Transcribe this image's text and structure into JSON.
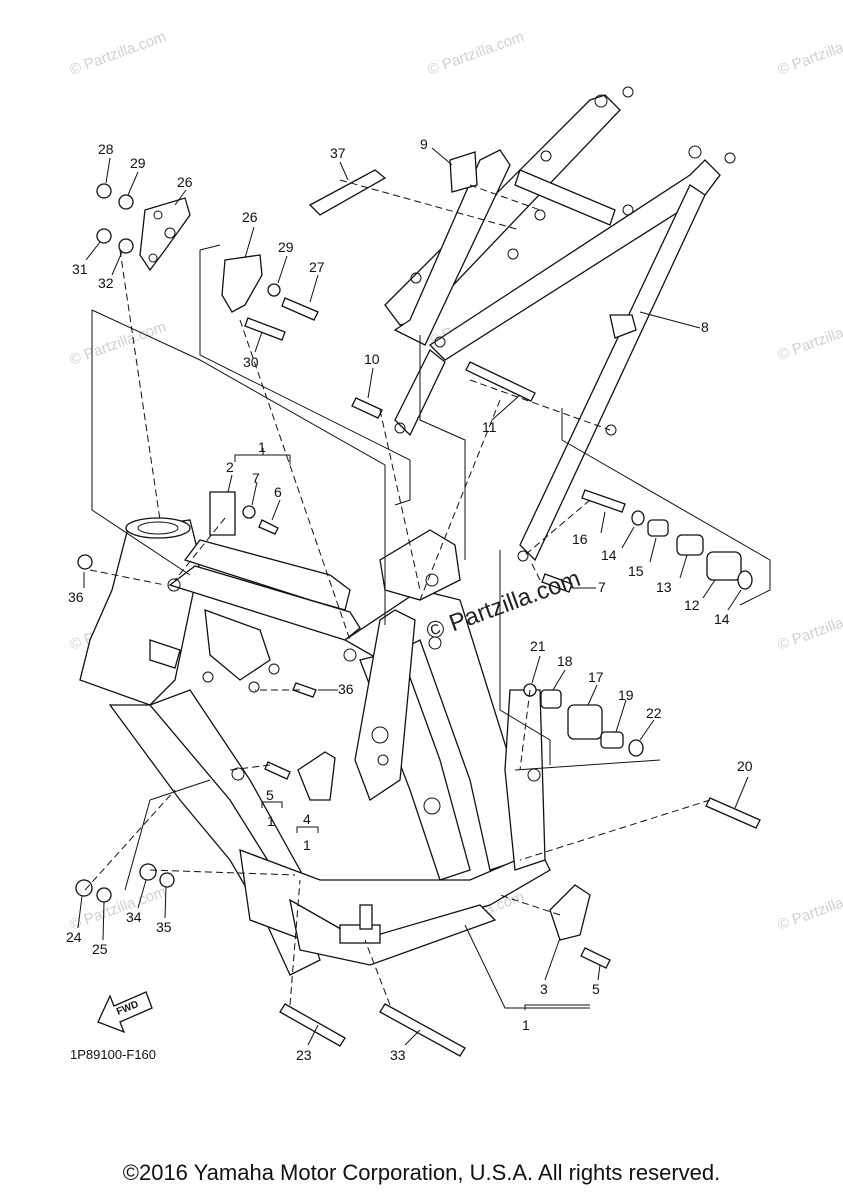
{
  "diagram": {
    "watermark_text": "© Partzilla.com",
    "center_watermark": "© Partzilla.com",
    "drawing_code": "1P89100-F160",
    "fwd_label": "FWD",
    "copyright": "©2016 Yamaha Motor Corporation, U.S.A. All rights reserved."
  },
  "callouts": [
    {
      "id": "c28",
      "label": "28"
    },
    {
      "id": "c29a",
      "label": "29"
    },
    {
      "id": "c26a",
      "label": "26"
    },
    {
      "id": "c31",
      "label": "31"
    },
    {
      "id": "c32",
      "label": "32"
    },
    {
      "id": "c37",
      "label": "37"
    },
    {
      "id": "c9",
      "label": "9"
    },
    {
      "id": "c26b",
      "label": "26"
    },
    {
      "id": "c29b",
      "label": "29"
    },
    {
      "id": "c27",
      "label": "27"
    },
    {
      "id": "c30",
      "label": "30"
    },
    {
      "id": "c10",
      "label": "10"
    },
    {
      "id": "c11",
      "label": "11"
    },
    {
      "id": "c8",
      "label": "8"
    },
    {
      "id": "c1a",
      "label": "1"
    },
    {
      "id": "c2",
      "label": "2"
    },
    {
      "id": "c7a",
      "label": "7"
    },
    {
      "id": "c6",
      "label": "6"
    },
    {
      "id": "c36a",
      "label": "36"
    },
    {
      "id": "c16",
      "label": "16"
    },
    {
      "id": "c14a",
      "label": "14"
    },
    {
      "id": "c15",
      "label": "15"
    },
    {
      "id": "c13",
      "label": "13"
    },
    {
      "id": "c12",
      "label": "12"
    },
    {
      "id": "c14b",
      "label": "14"
    },
    {
      "id": "c7b",
      "label": "7"
    },
    {
      "id": "c21",
      "label": "21"
    },
    {
      "id": "c18",
      "label": "18"
    },
    {
      "id": "c17",
      "label": "17"
    },
    {
      "id": "c19",
      "label": "19"
    },
    {
      "id": "c22",
      "label": "22"
    },
    {
      "id": "c36b",
      "label": "36"
    },
    {
      "id": "c5a",
      "label": "5"
    },
    {
      "id": "c1b",
      "label": "1"
    },
    {
      "id": "c4",
      "label": "4"
    },
    {
      "id": "c1c",
      "label": "1"
    },
    {
      "id": "c20",
      "label": "20"
    },
    {
      "id": "c34",
      "label": "34"
    },
    {
      "id": "c35",
      "label": "35"
    },
    {
      "id": "c24",
      "label": "24"
    },
    {
      "id": "c25",
      "label": "25"
    },
    {
      "id": "c3",
      "label": "3"
    },
    {
      "id": "c5b",
      "label": "5"
    },
    {
      "id": "c1d",
      "label": "1"
    },
    {
      "id": "c23",
      "label": "23"
    },
    {
      "id": "c33",
      "label": "33"
    }
  ]
}
